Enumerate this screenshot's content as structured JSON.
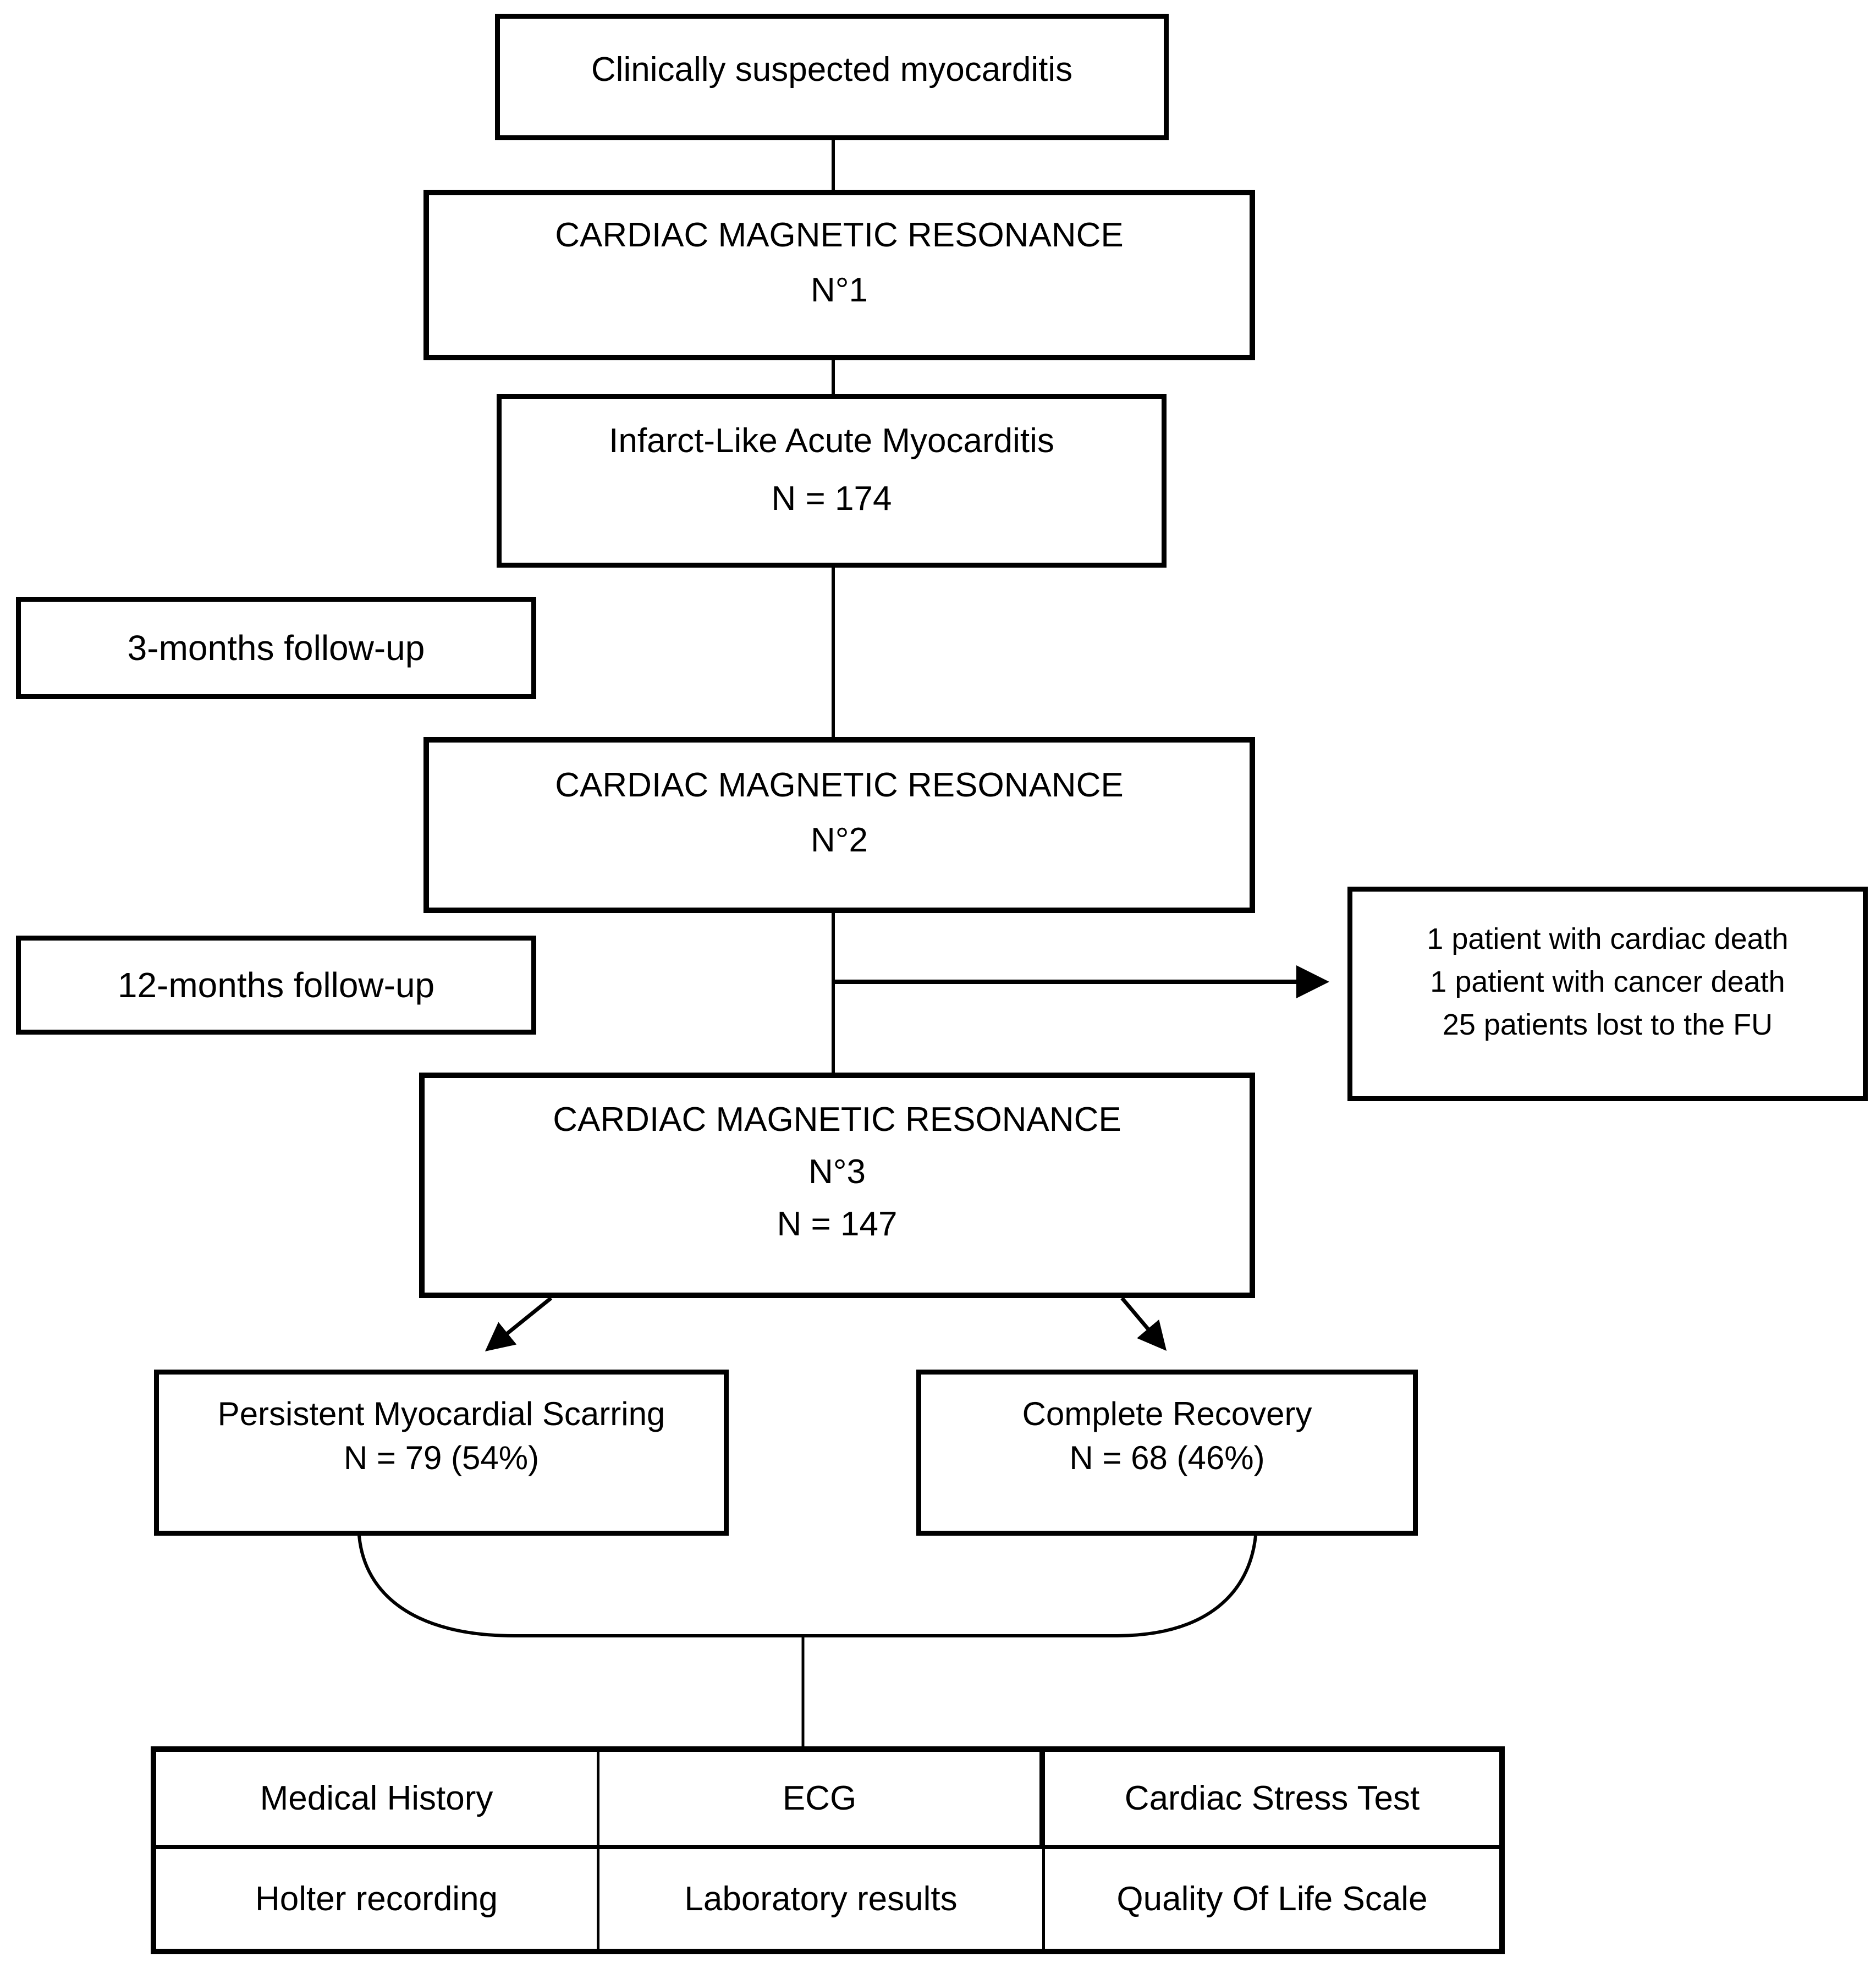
{
  "figure": {
    "description": "Study flow chart of patients with clinically suspected myocarditis",
    "background_color": "#ffffff",
    "line_color": "#000000"
  },
  "nodes": {
    "suspected": {
      "label": "Clinically suspected myocarditis"
    },
    "cmr1": {
      "line1": "CARDIAC MAGNETIC RESONANCE",
      "line2": "N°1"
    },
    "infarct": {
      "line1": "Infarct-Like Acute Myocarditis",
      "line2": "N = 174"
    },
    "followup3": {
      "label": "3-months follow-up"
    },
    "cmr2": {
      "line1": "CARDIAC MAGNETIC RESONANCE",
      "line2": "N°2"
    },
    "followup12": {
      "label": "12-months follow-up"
    },
    "losses": {
      "line1": "1 patient with cardiac death",
      "line2": "1 patient with cancer death",
      "line3": "25 patients lost to the FU"
    },
    "cmr3": {
      "line1": "CARDIAC MAGNETIC RESONANCE",
      "line2": "N°3",
      "line3": "N = 147"
    },
    "scarring": {
      "line1": "Persistent Myocardial Scarring",
      "line2": "N = 79 (54%)"
    },
    "recovery": {
      "line1": "Complete Recovery",
      "line2": "N = 68 (46%)"
    }
  },
  "assessments_table": {
    "rows": [
      [
        "Medical History",
        "ECG",
        "Cardiac Stress Test"
      ],
      [
        "Holter recording",
        "Laboratory results",
        "Quality Of Life Scale"
      ]
    ]
  }
}
